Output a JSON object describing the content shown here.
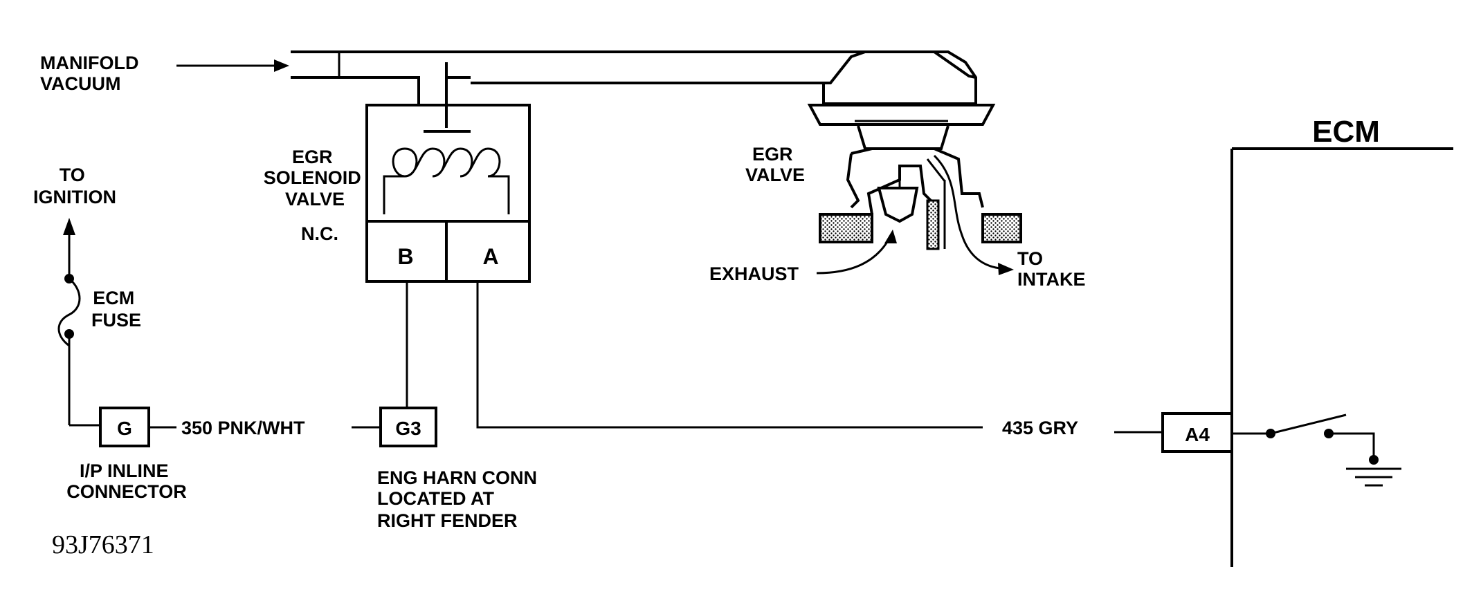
{
  "labels": {
    "manifold_vacuum": [
      "MANIFOLD",
      "VACUUM"
    ],
    "to_ignition": [
      "TO",
      "IGNITION"
    ],
    "ecm_fuse": [
      "ECM",
      "FUSE"
    ],
    "egr_solenoid_valve": [
      "EGR",
      "SOLENOID",
      "VALVE"
    ],
    "nc": "N.C.",
    "egr_valve": [
      "EGR",
      "VALVE"
    ],
    "exhaust": "EXHAUST",
    "to_intake": [
      "TO",
      "INTAKE"
    ],
    "ecm": "ECM",
    "ip_inline_connector": [
      "I/P INLINE",
      "CONNECTOR"
    ],
    "eng_harn_conn": [
      "ENG HARN CONN",
      "LOCATED AT",
      "RIGHT FENDER"
    ],
    "figure_id": "93J76371"
  },
  "wires": {
    "pnk_wht": "350 PNK/WHT",
    "gry": "435 GRY"
  },
  "pins": {
    "solenoid_b": "B",
    "solenoid_a": "A",
    "ip_connector": "G",
    "eng_harn": "G3",
    "ecm_pin": "A4"
  }
}
